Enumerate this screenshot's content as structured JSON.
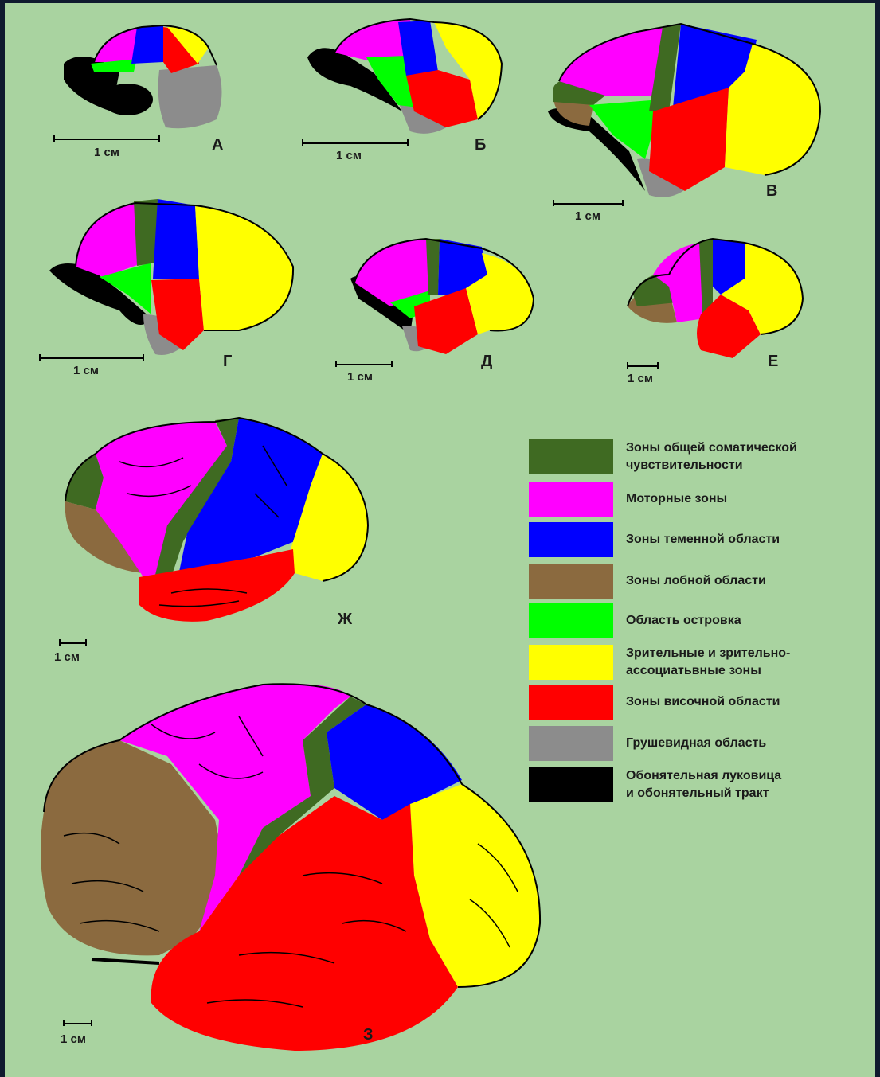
{
  "colors": {
    "background": "#a9d3a0",
    "somatosensory": "#3f6a22",
    "motor": "#ff00ff",
    "parietal": "#0000ff",
    "frontal": "#8b6a3f",
    "insula": "#00ff00",
    "visual": "#ffff00",
    "temporal": "#ff0000",
    "piriform": "#8c8c8c",
    "olfactory": "#000000"
  },
  "panels": [
    {
      "letter": "А",
      "scale_label": "1 см"
    },
    {
      "letter": "Б",
      "scale_label": "1 см"
    },
    {
      "letter": "В",
      "scale_label": "1 см"
    },
    {
      "letter": "Г",
      "scale_label": "1 см"
    },
    {
      "letter": "Д",
      "scale_label": "1 см"
    },
    {
      "letter": "Е",
      "scale_label": "1 см"
    },
    {
      "letter": "Ж",
      "scale_label": "1 см"
    },
    {
      "letter": "З",
      "scale_label": "1 см"
    }
  ],
  "legend": [
    {
      "color": "#3f6a22",
      "label": "Зоны общей соматической\nчувствительности"
    },
    {
      "color": "#ff00ff",
      "label": "Моторные зоны"
    },
    {
      "color": "#0000ff",
      "label": "Зоны теменной области"
    },
    {
      "color": "#8b6a3f",
      "label": "Зоны лобной области"
    },
    {
      "color": "#00ff00",
      "label": "Область островка"
    },
    {
      "color": "#ffff00",
      "label": "Зрительные и зрительно-\nассоциатьвные зоны"
    },
    {
      "color": "#ff0000",
      "label": "Зоны височной области"
    },
    {
      "color": "#8c8c8c",
      "label": "Грушевидная область"
    },
    {
      "color": "#000000",
      "label": "Обонятельная луковица\nи обонятельный тракт"
    }
  ]
}
